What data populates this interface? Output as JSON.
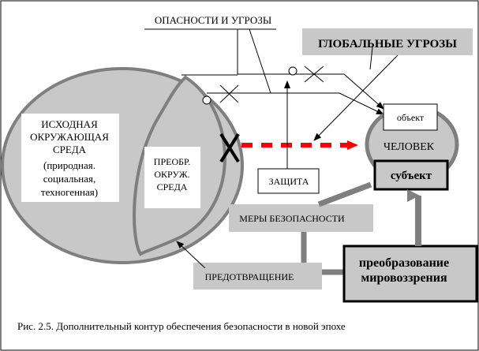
{
  "labels": {
    "threats": "ОПАСНОСТИ И УГРОЗЫ",
    "global_threats": "ГЛОБАЛЬНЫЕ УГРОЗЫ",
    "initial_env": [
      "ИСХОДНАЯ",
      "ОКРУЖАЮЩАЯ",
      "СРЕДА",
      "(природная.",
      "социальная,",
      "техногенная)"
    ],
    "transformed_env": [
      "ПРЕОБР.",
      "ОКРУЖ.",
      "СРЕДА"
    ],
    "object": "объект",
    "human": "ЧЕЛОВЕК",
    "subject": "субъект",
    "protection": "ЗАЩИТА",
    "safety_measures": "МЕРЫ БЕЗОПАСНОСТИ",
    "prevention": "ПРЕДОТВРАЩЕНИЕ",
    "worldview": [
      "преобразование",
      "мировоззрения"
    ]
  },
  "caption": "Рис. 2.5. Дополнительный контур обеспечения безопасности в новой эпохе",
  "colors": {
    "fill_gray": "#c8c8c8",
    "ring_gray": "#7f7f7f",
    "arrow_red": "#ff0000",
    "cross_black": "#000000"
  }
}
